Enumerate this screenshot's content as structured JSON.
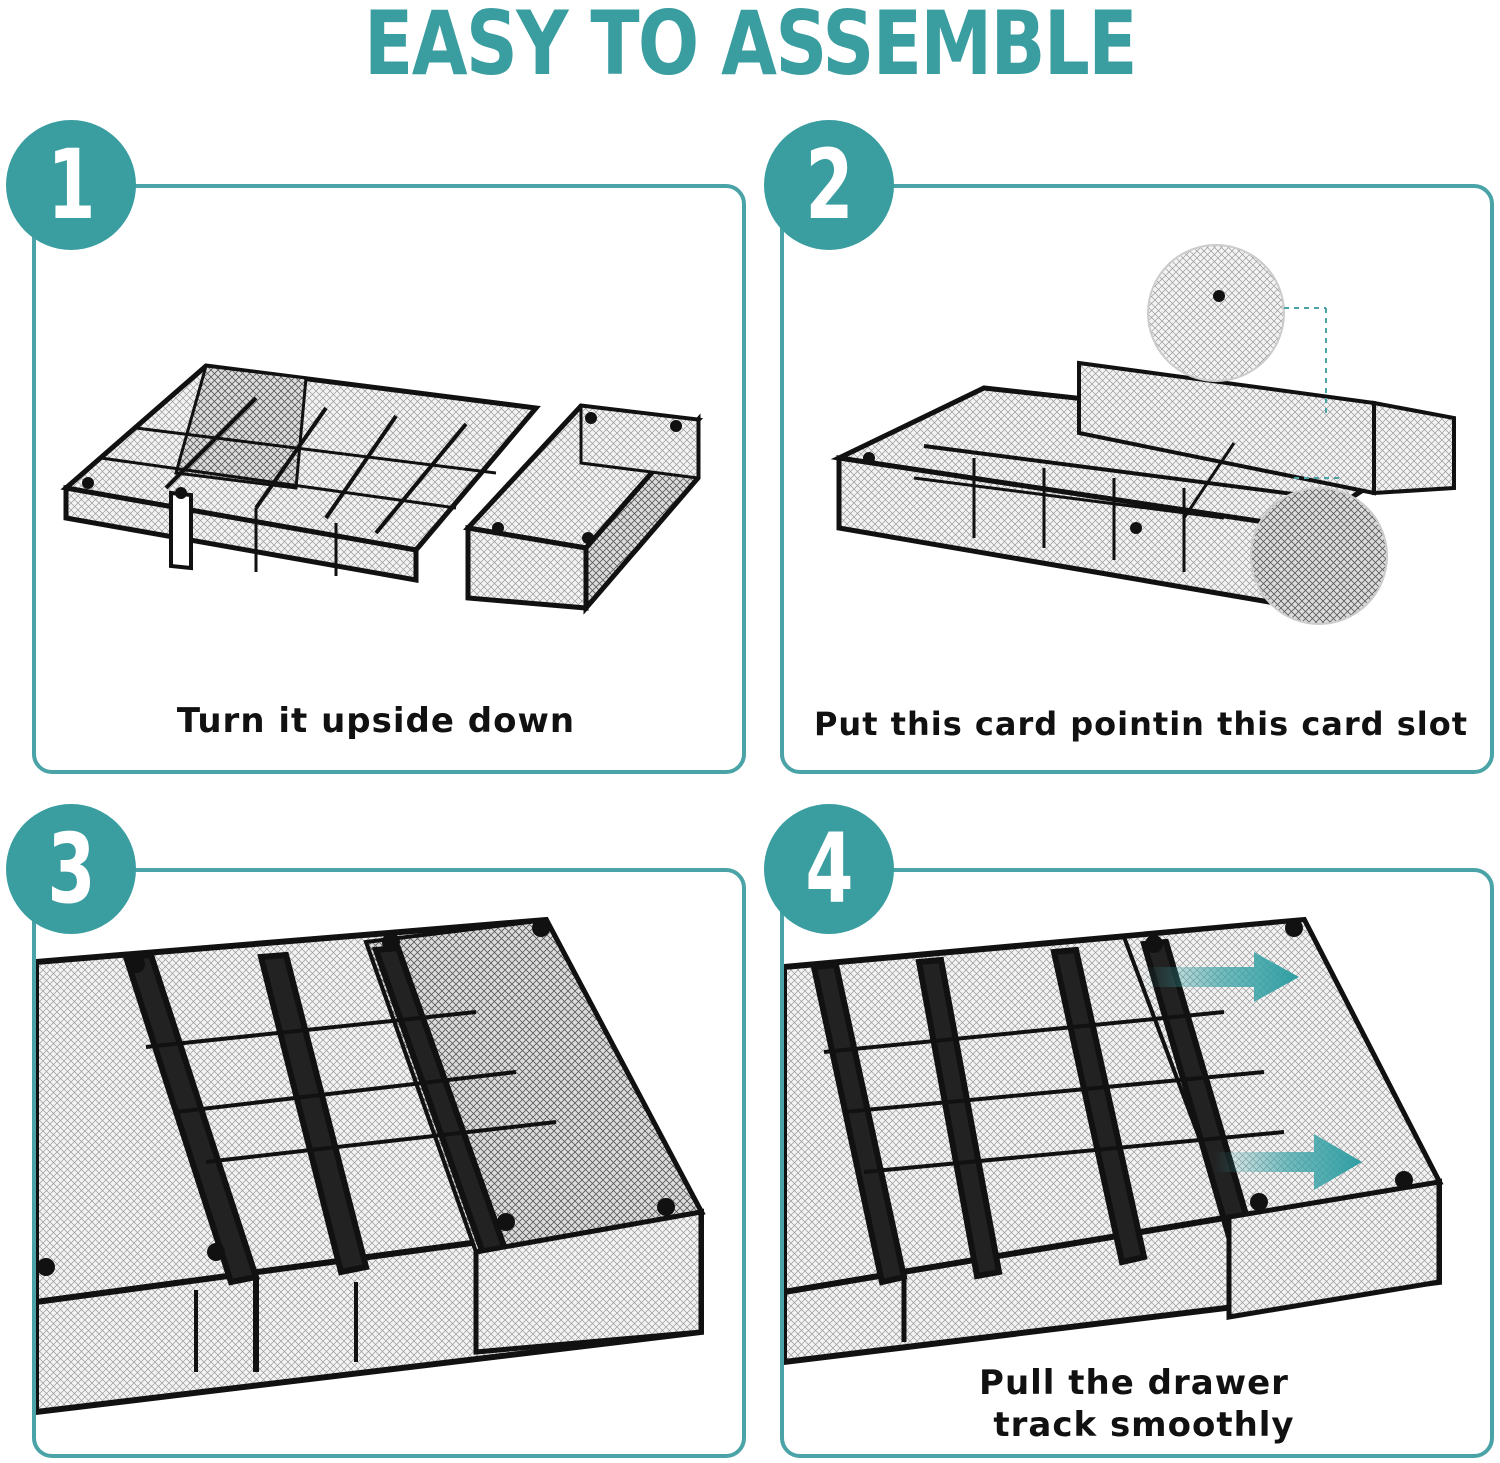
{
  "title": "EASY TO ASSEMBLE",
  "accent_color": "#3a9da0",
  "steps": [
    {
      "number": "1",
      "caption": "Turn it upside down"
    },
    {
      "number": "2",
      "caption": "Put this card pointin this card slot"
    },
    {
      "number": "3",
      "caption": ""
    },
    {
      "number": "4",
      "caption_line1": "Pull the drawer",
      "caption_line2": "track smoothly"
    }
  ]
}
